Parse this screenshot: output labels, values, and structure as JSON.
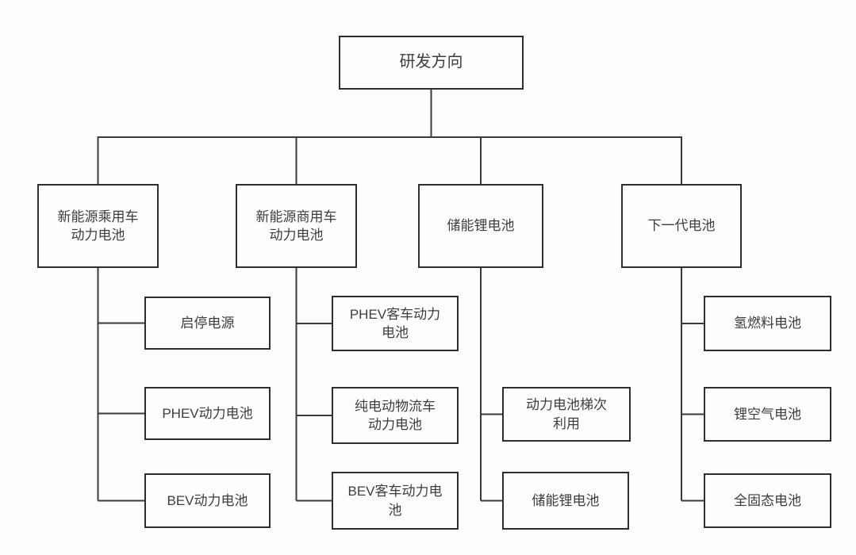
{
  "diagram": {
    "type": "org-tree",
    "root": {
      "label": "研发方向"
    },
    "branches": [
      {
        "label": "新能源乘用车\n动力电池",
        "children": [
          {
            "label": "启停电源"
          },
          {
            "label": "PHEV动力电池"
          },
          {
            "label": "BEV动力电池"
          }
        ]
      },
      {
        "label": "新能源商用车\n动力电池",
        "children": [
          {
            "label": "PHEV客车动力\n电池"
          },
          {
            "label": "纯电动物流车\n动力电池"
          },
          {
            "label": "BEV客车动力电\n池"
          }
        ]
      },
      {
        "label": "储能锂电池",
        "children": [
          {
            "label": "动力电池梯次\n利用"
          },
          {
            "label": "储能锂电池"
          }
        ]
      },
      {
        "label": "下一代电池",
        "children": [
          {
            "label": "氢燃料电池"
          },
          {
            "label": "锂空气电池"
          },
          {
            "label": "全固态电池"
          }
        ]
      }
    ],
    "colors": {
      "border": "#2d2d32",
      "line": "#3a3a3c",
      "text": "#3d3d40",
      "background": "#fdfdfd"
    }
  }
}
